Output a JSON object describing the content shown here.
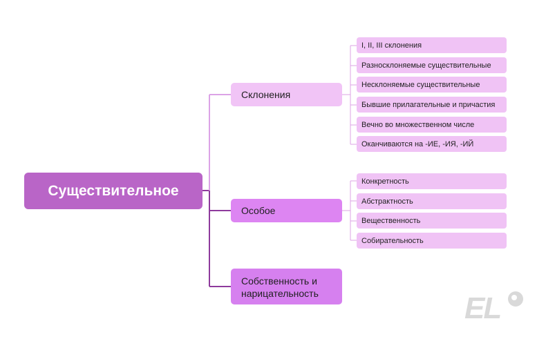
{
  "root": {
    "label": "Существительное",
    "color": "#b965c7",
    "text_color": "#ffffff"
  },
  "branches": [
    {
      "label": "Склонения",
      "color": "#f1c4f6",
      "leaves": [
        "I, II, III склонения",
        "Разносклоняемые существительные",
        "Несклоняемые существительные",
        "Бывшие прилагательные и причастия",
        "Вечно во множественном числе",
        "Оканчиваются на -ИЕ, -ИЯ, -ИЙ"
      ]
    },
    {
      "label": "Особое",
      "color": "#dd85f2",
      "leaves": [
        "Конкретность",
        "Абстрактность",
        "Вещественность",
        "Собирательность"
      ]
    },
    {
      "label": "Собственность и нарицательность",
      "color": "#d680ef",
      "leaves": []
    }
  ],
  "colors": {
    "leaf_fill": "#f0c3f5",
    "connector_main": "#8e3a9c",
    "connector_light": "#dca3e6",
    "logo": "#d9d9d9"
  },
  "logo": {
    "text": "EL",
    "icon": "dot-circle-icon"
  }
}
